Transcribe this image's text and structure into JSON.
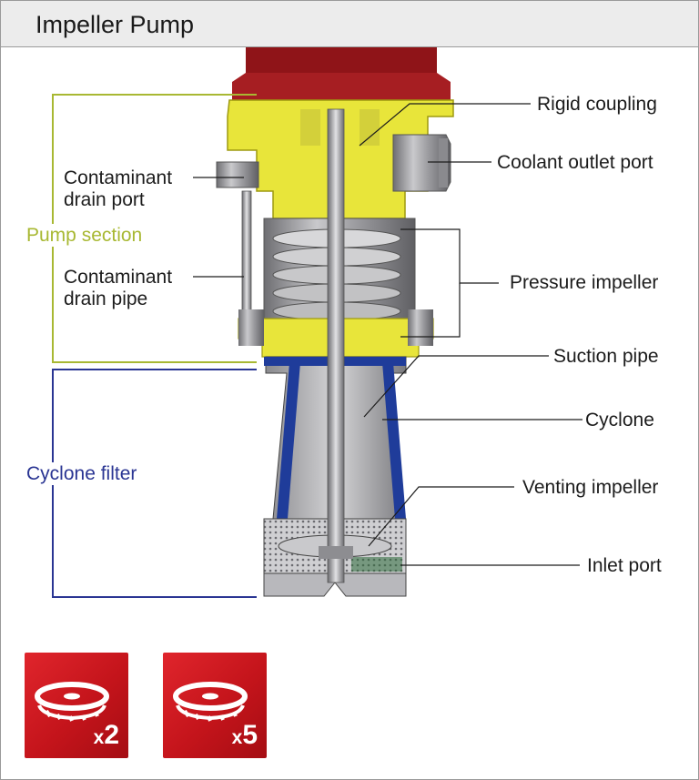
{
  "header": {
    "title": "Impeller Pump"
  },
  "sections": {
    "pump": {
      "label": "Pump section",
      "color": "#a8b832"
    },
    "cyclone": {
      "label": "Cyclone filter",
      "color": "#2a3593"
    }
  },
  "labels": {
    "rigid_coupling": "Rigid coupling",
    "coolant_outlet_port": "Coolant outlet port",
    "contaminant_drain_port_1": "Contaminant",
    "contaminant_drain_port_2": "drain port",
    "contaminant_drain_pipe_1": "Contaminant",
    "contaminant_drain_pipe_2": "drain pipe",
    "pressure_impeller": "Pressure impeller",
    "suction_pipe": "Suction pipe",
    "cyclone": "Cyclone",
    "venting_impeller": "Venting impeller",
    "inlet_port": "Inlet port"
  },
  "badges": [
    {
      "icon": "impeller-icon",
      "prefix": "x",
      "count": "2"
    },
    {
      "icon": "impeller-icon",
      "prefix": "x",
      "count": "5"
    }
  ],
  "colors": {
    "motor": "#a61e22",
    "housing": "#e8e53a",
    "cyclone_liner": "#1f3c9a",
    "metal": "#a9a9ad",
    "badge": "#d21c24"
  }
}
